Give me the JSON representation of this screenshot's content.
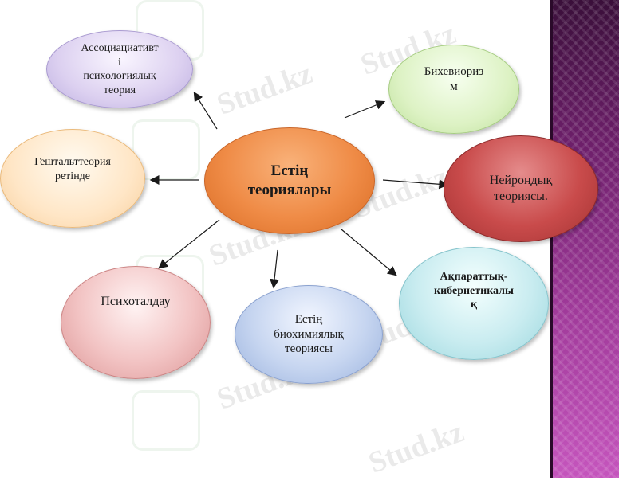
{
  "watermark": {
    "text": "Stud.kz"
  },
  "diagram": {
    "center": {
      "lines": [
        "Естің",
        "теориялары"
      ]
    },
    "nodes": {
      "associative": {
        "lines": [
          "Ассоциациативт",
          "і",
          "психологиялық",
          "теория"
        ]
      },
      "gestalt": {
        "lines": [
          "Гештальттеория",
          "ретінде"
        ]
      },
      "behaviorism": {
        "lines": [
          "Бихевиориз",
          "м"
        ]
      },
      "neural": {
        "lines": [
          "Нейроңдық",
          "теориясы."
        ]
      },
      "psychoanalysis": {
        "lines": [
          "Психоталдау"
        ]
      },
      "biochemical": {
        "lines": [
          "Естің",
          "биохимиялық",
          "теориясы"
        ]
      },
      "information": {
        "lines": [
          "Ақпараттық-",
          "кибернетикалы",
          "қ"
        ]
      }
    }
  },
  "colors": {
    "center": "#ef8b46",
    "associative": "#dcd0f0",
    "gestalt": "#ffe6c6",
    "behaviorism": "#ddf2c4",
    "neural": "#c94b4b",
    "psychoanalysis": "#f2c3c3",
    "biochemical": "#c6d5f0",
    "information": "#c9ecf0",
    "band": "#a03a9a"
  }
}
